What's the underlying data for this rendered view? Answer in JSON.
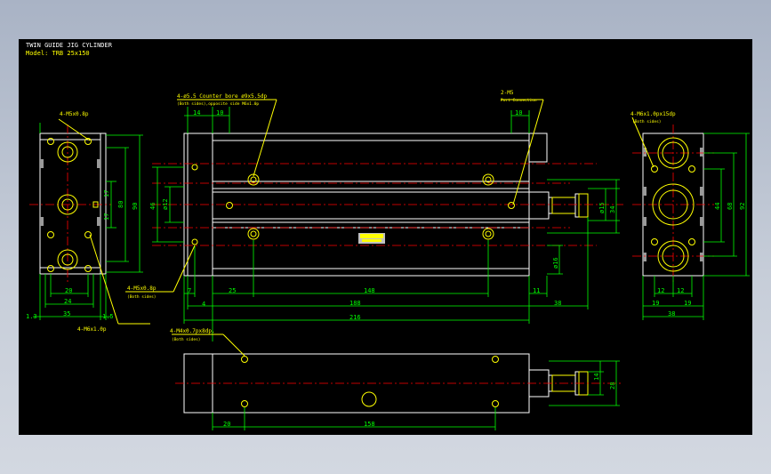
{
  "drawing": {
    "title": "TWIN GUIDE JIG CYLINDER",
    "model": "Model: TRB 25x150",
    "colors": {
      "background": "#000000",
      "outline": "#ffffff",
      "dimension": "#00ff00",
      "center": "#ff0000",
      "hole": "#ffff00",
      "note": "#ffff00",
      "leader": "#ffff00"
    }
  },
  "notes": {
    "left_top": "4-M5x0.8p",
    "left_mid": "4-M5x0.8p",
    "left_mid_sub": "(Both sides)",
    "left_bottom": "4-M6x1.0p",
    "counter_bore": "4-ø5.5 Counter bore ø9x5.5dp",
    "counter_bore_sub": "(Both sides),opposite side M6x1.0p",
    "port": "2-M5",
    "port_sub": "Port Connection",
    "right_top": "4-M6x1.0px15dp",
    "right_top_sub": "(Both sides)",
    "bottom_view": "4-M4x0.7px8dp.",
    "bottom_view_sub": "(Both sides)"
  },
  "dims": {
    "d14": "14",
    "d10a": "10",
    "d10b": "10",
    "d46": "46",
    "d12": "ø12",
    "d15": "ø15",
    "d16": "ø16",
    "d34": "34",
    "d7": "7",
    "d4": "4",
    "d25": "25",
    "d148": "148",
    "d11": "11",
    "d188": "188",
    "d38a": "38",
    "d216": "216",
    "l17a": "17",
    "l17b": "17",
    "l80": "80",
    "l90": "90",
    "l20": "20",
    "l24": "24",
    "l35": "35",
    "l13": "1.3",
    "l15": "1.5",
    "r44": "44",
    "r68": "68",
    "r92": "92",
    "r12a": "12",
    "r12b": "12",
    "r19a": "19",
    "r19b": "19",
    "r38": "38",
    "b14": "14",
    "b28": "28",
    "b20": "20",
    "b158": "158"
  }
}
